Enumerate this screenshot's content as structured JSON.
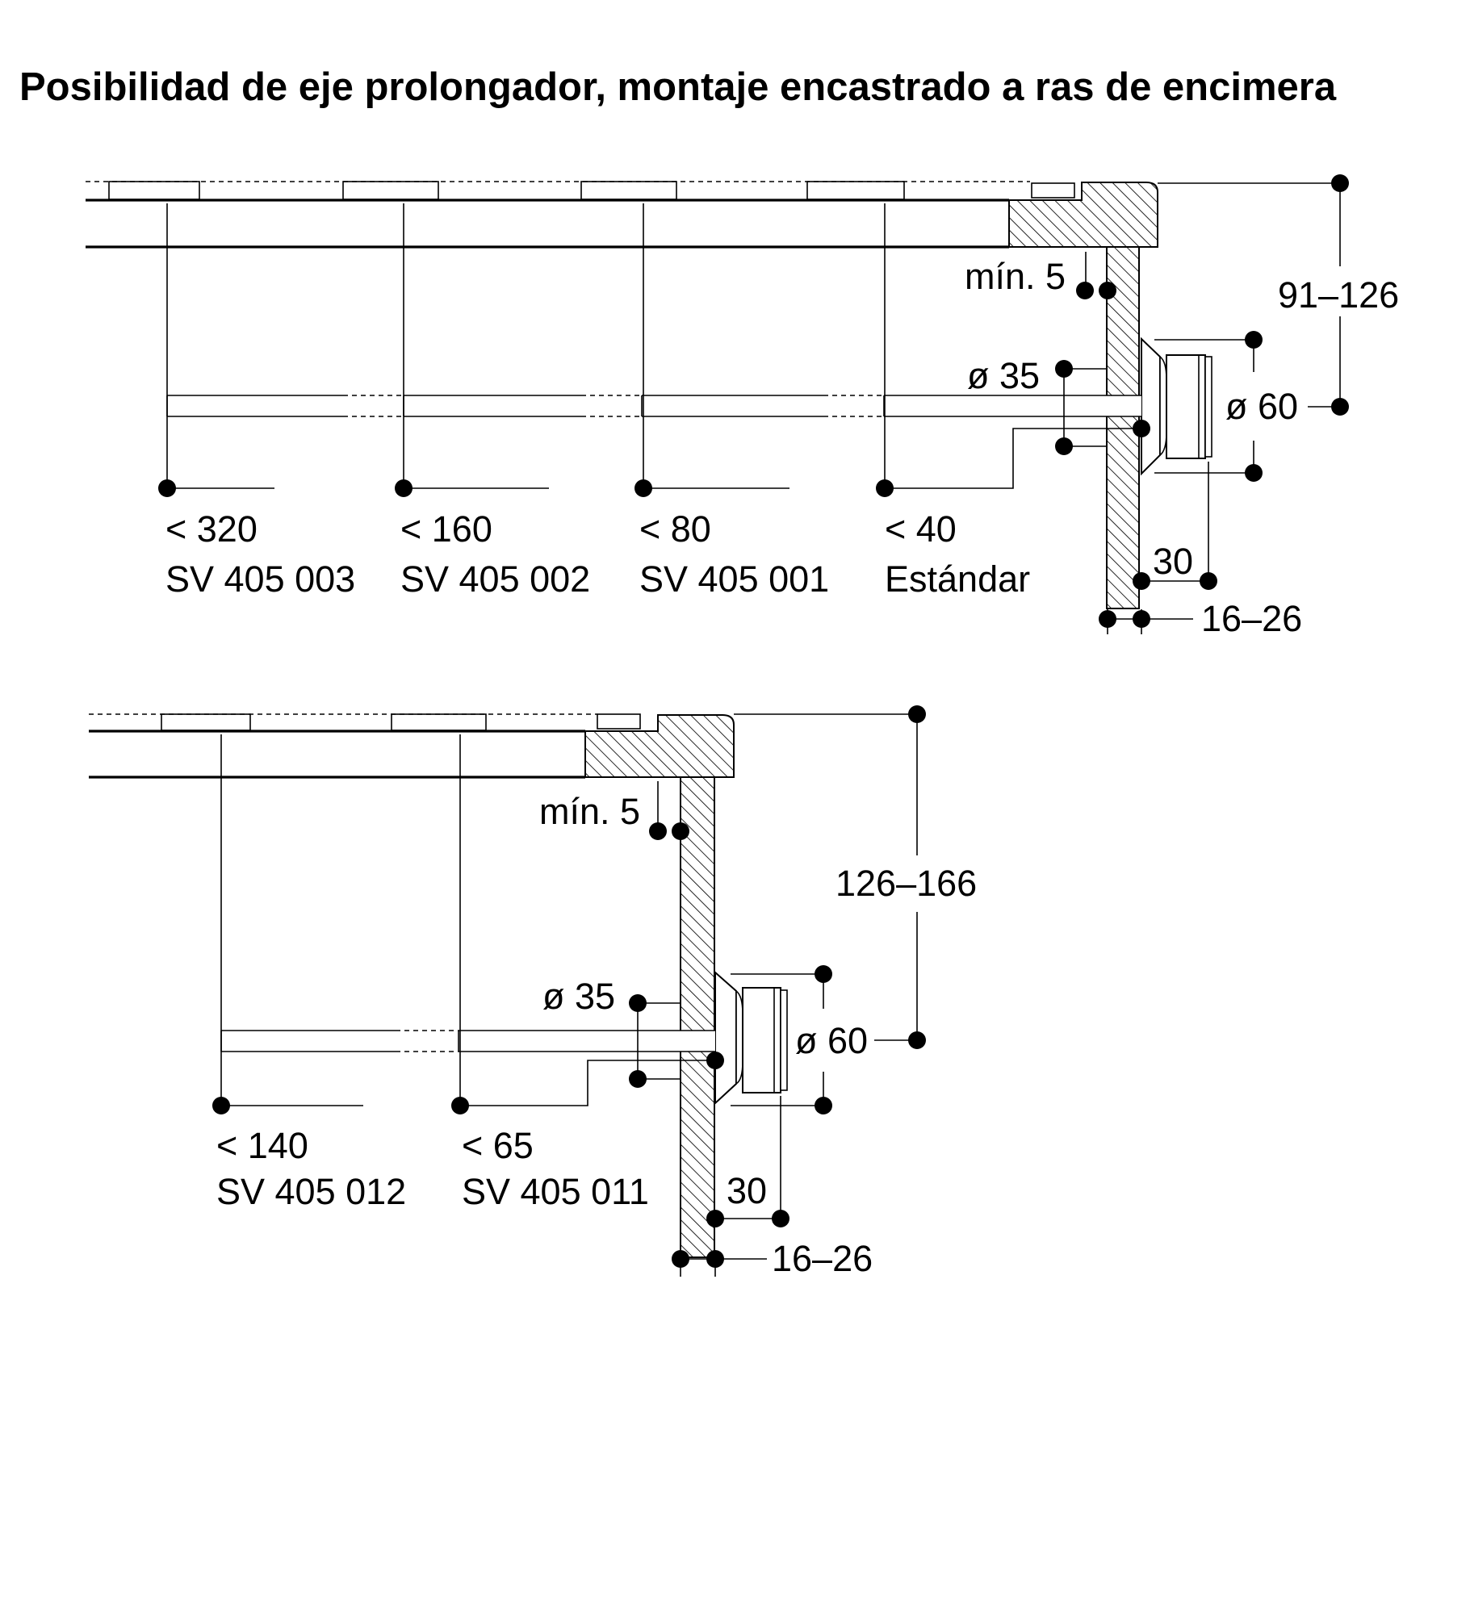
{
  "title": "Posibilidad de eje prolongador, montaje encastrado a ras de encimera",
  "diagram_top": {
    "min_gap": "mín. 5",
    "height_range": "91–126",
    "shaft_diameter": "ø 35",
    "knob_diameter": "ø 60",
    "knob_depth": "30",
    "panel_thickness": "16–26",
    "extensions": [
      {
        "length": "< 320",
        "model": "SV 405 003"
      },
      {
        "length": "< 160",
        "model": "SV 405 002"
      },
      {
        "length": "< 80",
        "model": "SV 405 001"
      },
      {
        "length": "< 40",
        "model": "Estándar"
      }
    ]
  },
  "diagram_bottom": {
    "min_gap": "mín. 5",
    "height_range": "126–166",
    "shaft_diameter": "ø 35",
    "knob_diameter": "ø 60",
    "knob_depth": "30",
    "panel_thickness": "16–26",
    "extensions": [
      {
        "length": "< 140",
        "model": "SV 405 012"
      },
      {
        "length": "< 65",
        "model": "SV 405 011"
      }
    ]
  }
}
